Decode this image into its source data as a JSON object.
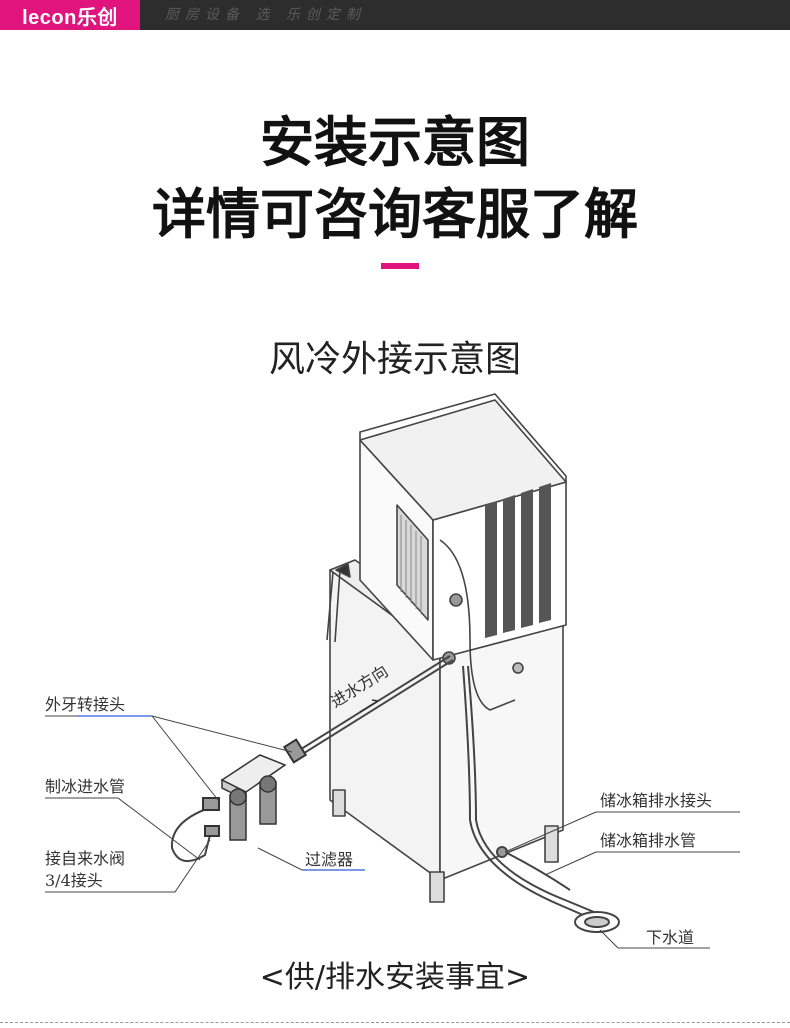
{
  "header": {
    "logo_text": "lecon乐创",
    "slogan": "厨房设备 选 乐创定制"
  },
  "title": {
    "line1": "安装示意图",
    "line2": "详情可咨询客服了解"
  },
  "subtitle": "风冷外接示意图",
  "diagram": {
    "labels": {
      "external_thread_adapter": "外牙转接头",
      "ice_inlet_pipe": "制冰进水管",
      "tap_valve": "接自来水阀",
      "tap_valve_size": "3/4接头",
      "filter": "过滤器",
      "water_inflow": "进水方向",
      "storage_drain_joint": "储冰箱排水接头",
      "storage_drain_pipe": "储冰箱排水管",
      "sewer": "下水道"
    }
  },
  "bottom_caption": "<供/排水安装事宜>",
  "colors": {
    "brand_pink": "#e0147c",
    "topbar": "#2d2d2d"
  }
}
